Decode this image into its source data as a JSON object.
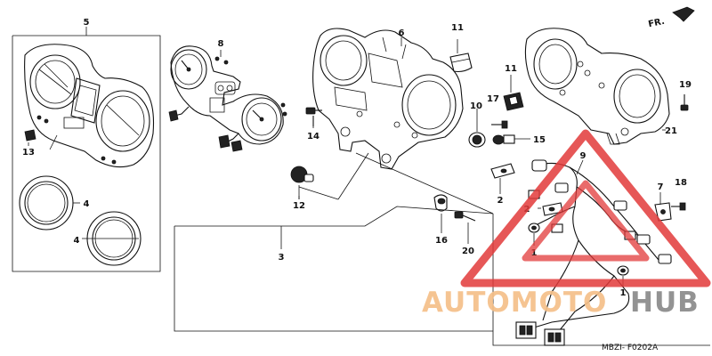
{
  "diagram": {
    "callouts": {
      "c1a": "1",
      "c1b": "1",
      "c2a": "2",
      "c2b": "2",
      "c3": "3",
      "c4a": "4",
      "c4b": "4",
      "c5": "5",
      "c6": "6",
      "c7": "7",
      "c8": "8",
      "c9": "9",
      "c10": "10",
      "c11a": "11",
      "c11b": "11",
      "c12": "12",
      "c13": "13",
      "c14": "14",
      "c15": "15",
      "c16": "16",
      "c17": "17",
      "c18": "18",
      "c19": "19",
      "c20": "20",
      "c21": "21"
    },
    "direction_label": "FR.",
    "drawing_code": "MBZI- F0202A"
  },
  "watermark": {
    "text_left": "AUTOMOTO",
    "text_right": "HUB",
    "color_left": "#f5c089",
    "color_right": "#8a8a8a",
    "triangle_color": "#e23a3a"
  }
}
